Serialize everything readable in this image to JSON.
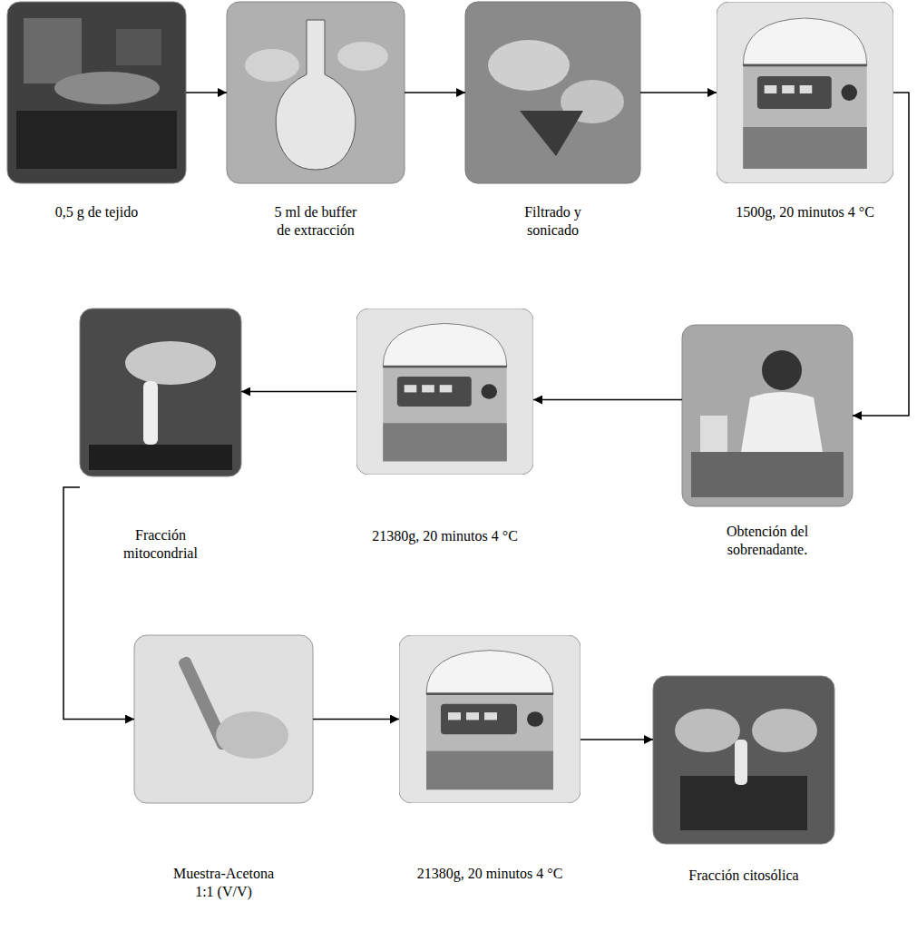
{
  "diagram": {
    "nodes": [
      {
        "text": [
          "0,5 g de tejido"
        ]
      },
      {
        "text": [
          "5 ml de buffer de extracción"
        ]
      },
      {
        "text": [
          "Filtrado y sonicado"
        ]
      },
      {
        "text": [
          "1500g, 20 minutos 4 °C"
        ]
      },
      {
        "text": [
          "Obtención del sobrenadante."
        ]
      },
      {
        "text": [
          "21380g, 20 minutos 4 °C"
        ]
      },
      {
        "text": [
          "Fracción mitocondrial"
        ]
      },
      {
        "text": [
          "Muestra-Acetona 1:1 (V/V)"
        ]
      },
      {
        "text": [
          "21380g, 20 minutos 4 °C"
        ]
      },
      {
        "text": [
          "Fracción citosólica"
        ]
      }
    ],
    "edges": [
      {
        "from": 0,
        "to": 1,
        "arrow": "to"
      },
      {
        "from": 1,
        "to": 2,
        "arrow": "to"
      },
      {
        "from": 2,
        "to": 3,
        "arrow": "to"
      },
      {
        "from": 3,
        "to": 4,
        "arrow": "to"
      },
      {
        "from": 4,
        "to": 5,
        "arrow": "to"
      },
      {
        "from": 5,
        "to": 6,
        "arrow": "to"
      },
      {
        "from": 6,
        "to": 7,
        "arrow": "to"
      },
      {
        "from": 7,
        "to": 8,
        "arrow": "to"
      },
      {
        "from": 8,
        "to": 9,
        "arrow": "to"
      }
    ]
  }
}
